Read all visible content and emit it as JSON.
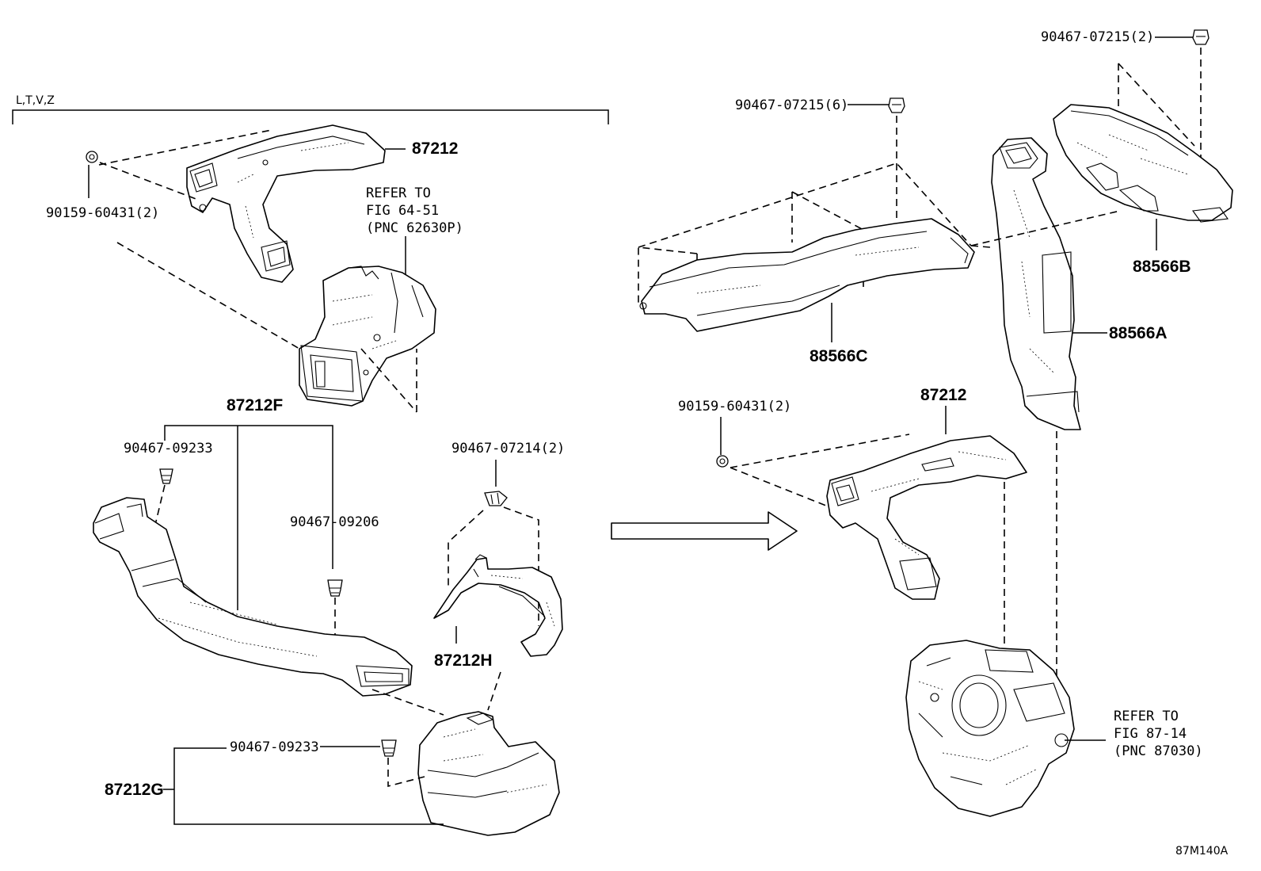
{
  "variant_label": "L,T,V,Z",
  "figure_code": "87M140A",
  "left_group": {
    "duct_top_pn": "87212",
    "clip_top": "90159-60431(2)",
    "refer_a": {
      "line1": "REFER TO",
      "line2": "FIG 64-51",
      "line3": "(PNC 62630P)"
    },
    "duct_f_pn": "87212F",
    "screw_f1": "90467-09233",
    "screw_f2": "90467-09206",
    "screw_h": "90467-07214(2)",
    "duct_h_pn": "87212H",
    "screw_g": "90467-09233",
    "duct_g_pn": "87212G"
  },
  "right_group": {
    "clip_r1": "90467-07215(2)",
    "clip_r2": "90467-07215(6)",
    "duct_b_pn": "88566B",
    "duct_a_pn": "88566A",
    "duct_c_pn": "88566C",
    "clip_r3": "90159-60431(2)",
    "duct_r_pn": "87212",
    "refer_b": {
      "line1": "REFER TO",
      "line2": "FIG 87-14",
      "line3": "(PNC 87030)"
    }
  }
}
